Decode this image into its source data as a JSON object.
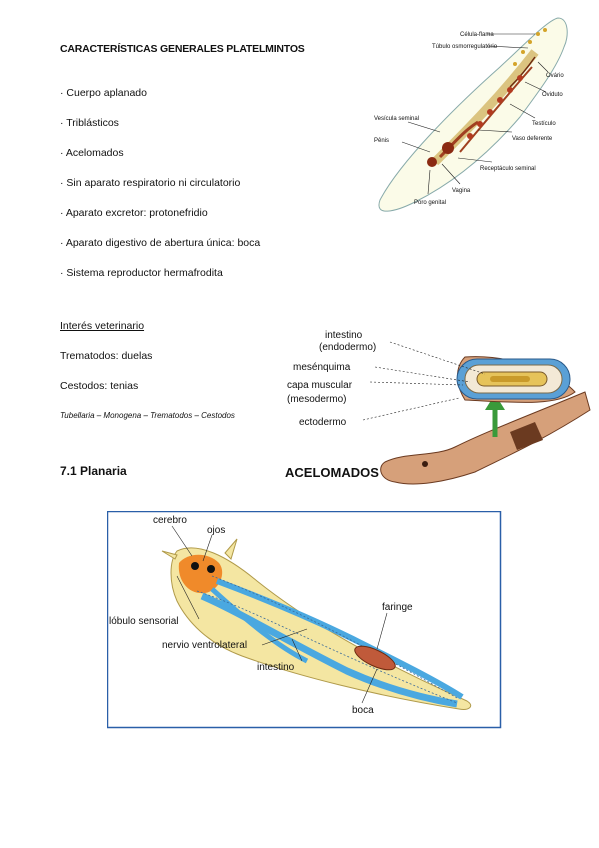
{
  "title": "CARACTERÍSTICAS GENERALES PLATELMINTOS",
  "characteristics": [
    "· Cuerpo aplanado",
    "· Triblásticos",
    "· Acelomados",
    "· Sin aparato respiratorio ni circulatorio",
    "· Aparato excretor: protonefridio",
    "· Aparato digestivo de abertura única: boca",
    "· Sistema reproductor hermafrodita"
  ],
  "vet": {
    "heading": "Interés veterinario",
    "line1": "Trematodos: duelas",
    "line2": "Cestodos: tenias",
    "classes": "Tubellaria – Monogena – Trematodos – Cestodos"
  },
  "section_title": "7.1 Planaria",
  "fig_repro": {
    "labels": [
      "Célula-flama",
      "Túbulo osmorregulatório",
      "Ovário",
      "Oviduto",
      "Vesícula seminal",
      "Testículo",
      "Pênis",
      "Vaso deferente",
      "Receptáculo seminal",
      "Vagina",
      "Poro genital"
    ]
  },
  "fig_section": {
    "labels": [
      "intestino",
      "(endodermo)",
      "mesénquima",
      "capa muscular",
      "(mesodermo)",
      "ectodermo"
    ],
    "caption": "ACELOMADOS"
  },
  "fig_planaria": {
    "labels": [
      "cerebro",
      "ojos",
      "faringe",
      "lóbulo sensorial",
      "nervio ventrolateral",
      "intestino",
      "boca"
    ]
  }
}
